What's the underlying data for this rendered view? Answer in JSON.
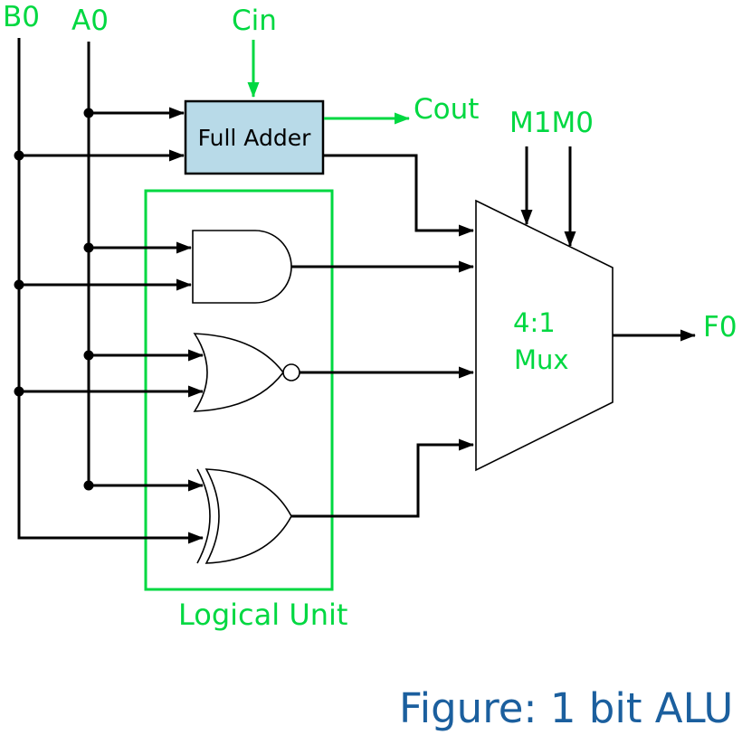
{
  "diagram": {
    "type": "circuit-diagram",
    "caption": "Figure: 1 bit ALU",
    "inputs": {
      "operand_b": "B0",
      "operand_a": "A0",
      "carry_in": "Cin"
    },
    "outputs": {
      "carry_out": "Cout",
      "result": "F0"
    },
    "select_lines": {
      "label": "M1M0"
    },
    "full_adder": {
      "label": "Full Adder"
    },
    "mux": {
      "line1": "4:1",
      "line2": "Mux"
    },
    "logical_unit": {
      "label": "Logical Unit",
      "gates": [
        "and-gate",
        "nor-gate",
        "xor-gate"
      ]
    },
    "colors": {
      "accent_green": "#00d841",
      "caption_blue": "#1b5f9e",
      "adder_fill": "#b8dae8",
      "wire_black": "#000000"
    }
  }
}
